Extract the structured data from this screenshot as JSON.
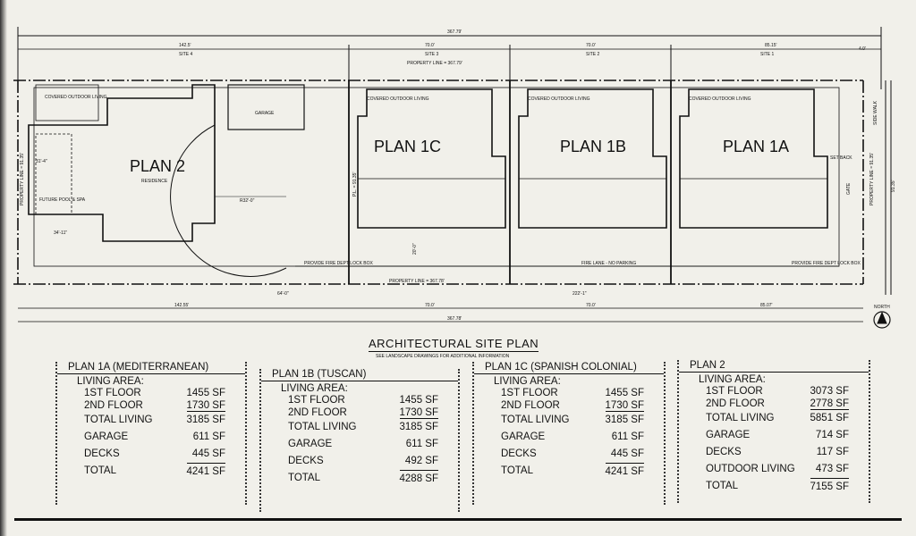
{
  "site_plan": {
    "overall_top": "367.79'",
    "overall_bottom": "367.78'",
    "top_dims": [
      "142.5'",
      "70.0'",
      "70.0'",
      "85.15'",
      "4.0'"
    ],
    "sites": [
      "SITE 4",
      "SITE 3",
      "SITE 2",
      "SITE 1"
    ],
    "bottom_dims": [
      "142.55'",
      "70.0'",
      "70.0'",
      "85.07'"
    ],
    "property_line_top": "PROPERTY LINE = 367.79'",
    "property_line_bottom": "PROPERTY LINE = 367.78'",
    "property_line_left": "PROPERTY LINE = 91.35'",
    "property_line_right": "PROPERTY LINE = 91.35'",
    "pl_mid": "P.L. = 91.35'",
    "right_dim": "91.35'",
    "plan2": "PLAN 2",
    "residence": "RESIDENCE",
    "plan1c": "PLAN 1C",
    "plan1b": "PLAN 1B",
    "plan1a": "PLAN 1A",
    "garage": "GARAGE",
    "covered_outdoor_living": "COVERED OUTDOOR LIVING",
    "future_pool": "FUTURE POOL & SPA",
    "radius": "R32'-0\"",
    "fire_lane": "FIRE LANE - NO PARKING",
    "lock_box": "PROVIDE FIRE DEPT LOCK BOX",
    "gate": "GATE",
    "sidewalk": "SIDE WALK",
    "setback": "SET BACK",
    "dim_222": "222'-1\"",
    "dim_64": "64'-0\"",
    "dim_20": "20'-0\"",
    "dim_31": "31'-4\"",
    "dim_34": "34'-11\"",
    "north": "NORTH"
  },
  "title": "ARCHITECTURAL SITE PLAN",
  "subtitle": "SEE LANDSCAPE DRAWINGS FOR ADDITIONAL INFORMATION",
  "plans": [
    {
      "name": "PLAN 1A (MEDITERRANEAN)",
      "living_area": "LIVING AREA:",
      "rows": [
        [
          "1ST FLOOR",
          "1455 SF"
        ],
        [
          "2ND FLOOR",
          "1730 SF"
        ],
        [
          "TOTAL LIVING",
          "3185 SF"
        ],
        [
          "GARAGE",
          "611 SF"
        ],
        [
          "DECKS",
          "445 SF"
        ],
        [
          "TOTAL",
          "4241 SF"
        ]
      ]
    },
    {
      "name": "PLAN 1B (TUSCAN)",
      "living_area": "LIVING AREA:",
      "rows": [
        [
          "1ST FLOOR",
          "1455 SF"
        ],
        [
          "2ND FLOOR",
          "1730 SF"
        ],
        [
          "TOTAL LIVING",
          "3185 SF"
        ],
        [
          "GARAGE",
          "611 SF"
        ],
        [
          "DECKS",
          "492 SF"
        ],
        [
          "TOTAL",
          "4288 SF"
        ]
      ]
    },
    {
      "name": "PLAN 1C (SPANISH COLONIAL)",
      "living_area": "LIVING AREA:",
      "rows": [
        [
          "1ST FLOOR",
          "1455 SF"
        ],
        [
          "2ND FLOOR",
          "1730 SF"
        ],
        [
          "TOTAL LIVING",
          "3185 SF"
        ],
        [
          "GARAGE",
          "611 SF"
        ],
        [
          "DECKS",
          "445 SF"
        ],
        [
          "TOTAL",
          "4241 SF"
        ]
      ]
    },
    {
      "name": "PLAN 2",
      "living_area": "LIVING AREA:",
      "rows": [
        [
          "1ST FLOOR",
          "3073 SF"
        ],
        [
          "2ND FLOOR",
          "2778 SF"
        ],
        [
          "TOTAL LIVING",
          "5851 SF"
        ],
        [
          "GARAGE",
          "714 SF"
        ],
        [
          "DECKS",
          "117 SF"
        ],
        [
          "OUTDOOR LIVING",
          "473 SF"
        ],
        [
          "TOTAL",
          "7155 SF"
        ]
      ]
    }
  ]
}
